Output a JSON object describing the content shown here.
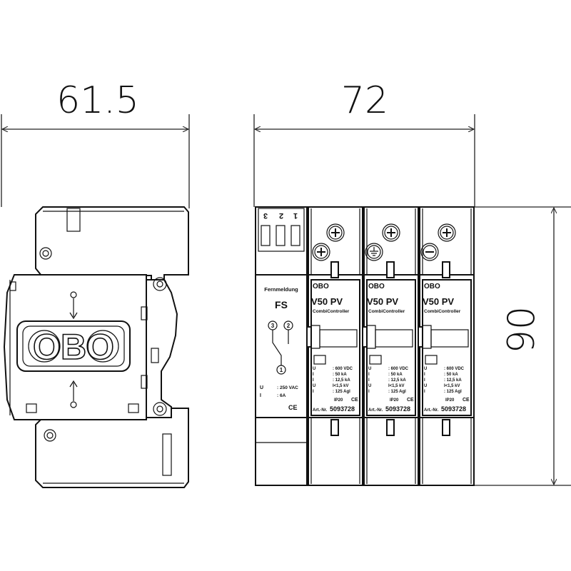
{
  "dimensions": {
    "side_width": "61.5",
    "front_width": "72",
    "height": "90"
  },
  "side_view": {
    "logo": "OBO"
  },
  "front_view": {
    "fs_module": {
      "terminal_numbers": [
        "1",
        "2",
        "3"
      ],
      "header": "Fernmeldung",
      "code": "FS",
      "contacts": [
        "3",
        "2",
        "1"
      ],
      "rating_lines": [
        ": 250 VAC",
        ": 6A"
      ],
      "ce_mark": "CE"
    },
    "pv_modules": [
      {
        "terminal_symbols": [
          "plus-icon",
          "plus-icon"
        ],
        "brand": "OBO",
        "model": "V50 PV",
        "subtitle": "CombiController",
        "specs": [
          ": 600 VDC",
          ": 50 kA",
          ": 12,5 kA",
          "I<1,5 kV",
          ": 125 Agl"
        ],
        "ip": "IP20",
        "ce_mark": "CE",
        "art_label": "Art.-Nr.",
        "art_no": "5093728"
      },
      {
        "terminal_symbols": [
          "plus-icon",
          "ground-icon"
        ],
        "brand": "OBO",
        "model": "V50 PV",
        "subtitle": "CombiController",
        "specs": [
          ": 600 VDC",
          ": 50 kA",
          ": 12,5 kA",
          "I<1,5 kV",
          ": 125 Agl"
        ],
        "ip": "IP20",
        "ce_mark": "CE",
        "art_label": "Art.-Nr.",
        "art_no": "5093728"
      },
      {
        "terminal_symbols": [
          "plus-icon",
          "minus-icon"
        ],
        "brand": "OBO",
        "model": "V50 PV",
        "subtitle": "CombiController",
        "specs": [
          ": 600 VDC",
          ": 50 kA",
          ": 12,5 kA",
          "I<1,5 kV",
          ": 125 Agl"
        ],
        "ip": "IP20",
        "ce_mark": "CE",
        "art_label": "Art.-Nr.",
        "art_no": "5093728"
      }
    ]
  }
}
